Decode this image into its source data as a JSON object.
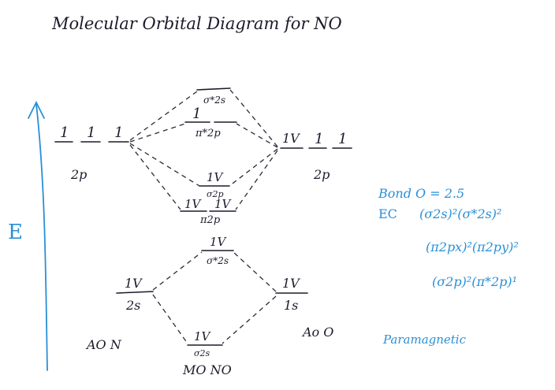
{
  "title": "Molecular Orbital Diagram for NO",
  "energy_axis_label": "E",
  "left_atom": {
    "p_label": "2p",
    "p_electrons": [
      "1",
      "1",
      "1"
    ],
    "s_label": "2s",
    "s_electrons": "1V",
    "atom_label": "AO N"
  },
  "right_atom": {
    "p_label": "2p",
    "p_electrons": [
      "1V",
      "1",
      "1"
    ],
    "s_label": "1s",
    "s_electrons": "1V",
    "atom_label": "Ao O"
  },
  "molecular_orbitals": {
    "sigma_star_2p": {
      "label": "σ*2s",
      "electrons": ""
    },
    "pi_star_2p": {
      "label": "π*2p",
      "electrons": "1"
    },
    "sigma_2p": {
      "label": "σ2p",
      "electrons": "1V"
    },
    "pi_2p": {
      "label": "π2p",
      "electrons": [
        "1V",
        "1V"
      ]
    },
    "sigma_star_2s": {
      "label": "σ*2s",
      "electrons": "1V"
    },
    "sigma_2s": {
      "label": "σ2s",
      "electrons": "1V"
    },
    "mo_label": "MO NO"
  },
  "notes": {
    "bond_order": "Bond O = 2.5",
    "ec_label": "EC",
    "ec_line1": "(σ2s)²(σ*2s)²",
    "ec_line2": "(π2px)²(π2py)²",
    "ec_line3": "(σ2p)²(π*2p)¹",
    "magnetism": "Paramagnetic"
  },
  "colors": {
    "ink": "#1b1b2b",
    "annotation": "#2a8fd6"
  }
}
